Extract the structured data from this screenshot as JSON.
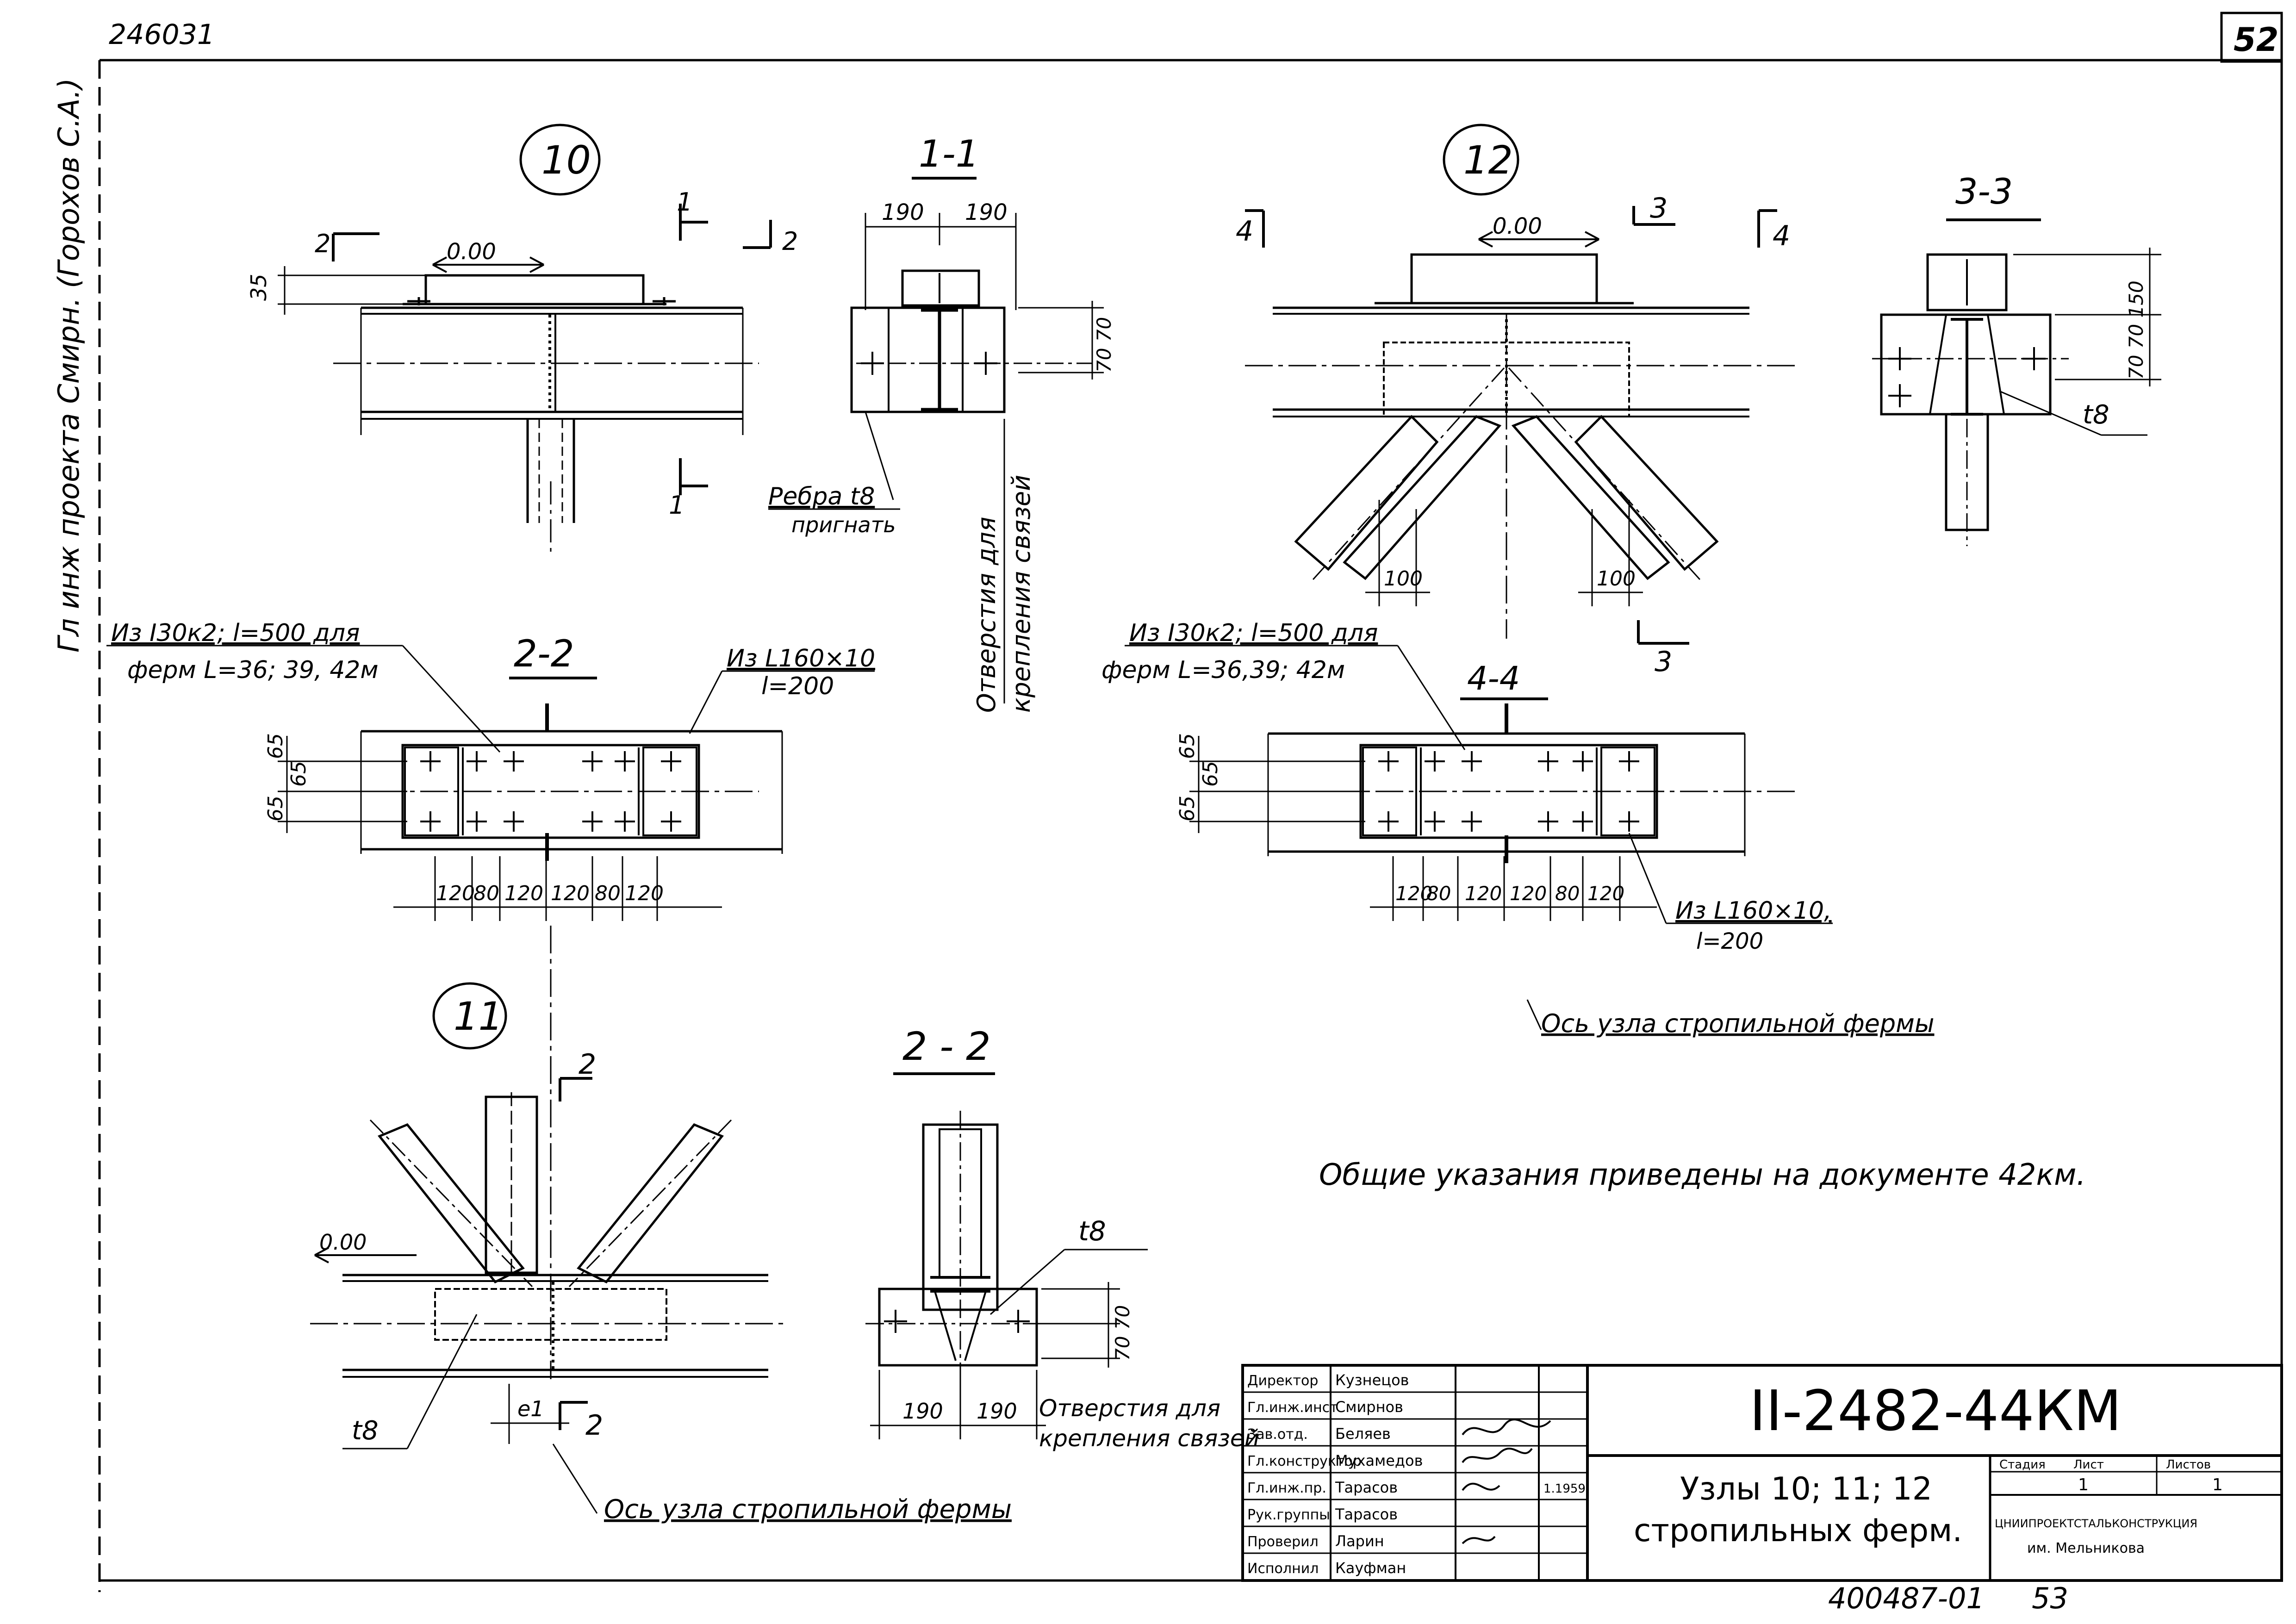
{
  "sheet": {
    "corner_number": "246031",
    "sheet_number": "52",
    "side_note": "Гл инж проекта Смирн. (Горохов С.А.)",
    "bottom_code": "400487-01",
    "bottom_page": "53"
  },
  "node10": {
    "label": "10",
    "level": "0.00",
    "dim_height": "35",
    "cut_2_left": "2",
    "cut_2_right": "2",
    "cut_1_top": "1",
    "cut_1_bottom": "1"
  },
  "section_1_1": {
    "title": "1-1",
    "dim_left": "190",
    "dim_right": "190",
    "dim_vert": "70 70",
    "rib_label": "Ребра t8",
    "rib_sub": "пригнать",
    "holes_note_1": "Отверстия для",
    "holes_note_2": "крепления связей"
  },
  "section_2_2_top": {
    "title": "2-2",
    "note_left_1": "Из I30к2; l=500 для",
    "note_left_2": "ферм L=36; 39, 42м",
    "note_right_1": "Из L160×10",
    "note_right_2": "l=200",
    "dims_bottom": [
      "120",
      "80",
      "120",
      "120",
      "80",
      "120"
    ],
    "dims_left": [
      "65",
      "65",
      "65"
    ]
  },
  "node12": {
    "label": "12",
    "level": "0.00",
    "cut_3": "3",
    "cut_4_left": "4",
    "cut_4_right": "4",
    "dim_left": "100",
    "dim_right": "100"
  },
  "section_3_3": {
    "title": "3-3",
    "dim_vert": "70 70 150",
    "rib": "t8"
  },
  "section_4_4": {
    "title": "4-4",
    "note_left_1": "Из I30к2; l=500 для",
    "note_left_2": "ферм L=36,39; 42м",
    "note_right_1": "Из L160×10,",
    "note_right_2": "l=200",
    "dims_bottom": [
      "120",
      "80",
      "120",
      "120",
      "80",
      "120"
    ],
    "dims_left": [
      "65",
      "65",
      "65"
    ]
  },
  "axis_note_right": "Ось узла стропильной фермы",
  "general_note": "Общие указания приведены на документе 42км.",
  "node11": {
    "label": "11",
    "level": "0.00",
    "cut_2_top": "2",
    "cut_2_bottom": "2",
    "rib": "t8",
    "dim_e": "e1",
    "axis_note": "Ось узла стропильной фермы"
  },
  "section_2_2_bottom": {
    "title": "2 - 2",
    "rib": "t8",
    "dim_vert": "70 70",
    "dim_left": "190",
    "dim_right": "190",
    "holes_note_1": "Отверстия для",
    "holes_note_2": "крепления связей"
  },
  "title_block": {
    "doc_code": "II-2482-44КМ",
    "title_line_1": "Узлы 10; 11; 12",
    "title_line_2": "стропильных ферм.",
    "roles": [
      "Директор",
      "Гл.инж.инст",
      "Зав.отд.",
      "Гл.конструктор",
      "Гл.инж.пр.",
      "Рук.группы",
      "Проверил",
      "Исполнил"
    ],
    "names": [
      "Кузнецов",
      "Смирнов",
      "Беляев",
      "Мухамедов",
      "Тарасов",
      "Тарасов",
      "Ларин",
      "Кауфман"
    ],
    "stage_header": "Стадия",
    "sheet_header": "Лист",
    "sheets_header": "Листов",
    "sheet_value": "1",
    "sheets_value": "1",
    "org_line_1": "ЦНИИПРОЕКТСТАЛЬКОНСТРУКЦИЯ",
    "org_line_2": "им. Мельникова",
    "date_fragment": "1.1959"
  }
}
